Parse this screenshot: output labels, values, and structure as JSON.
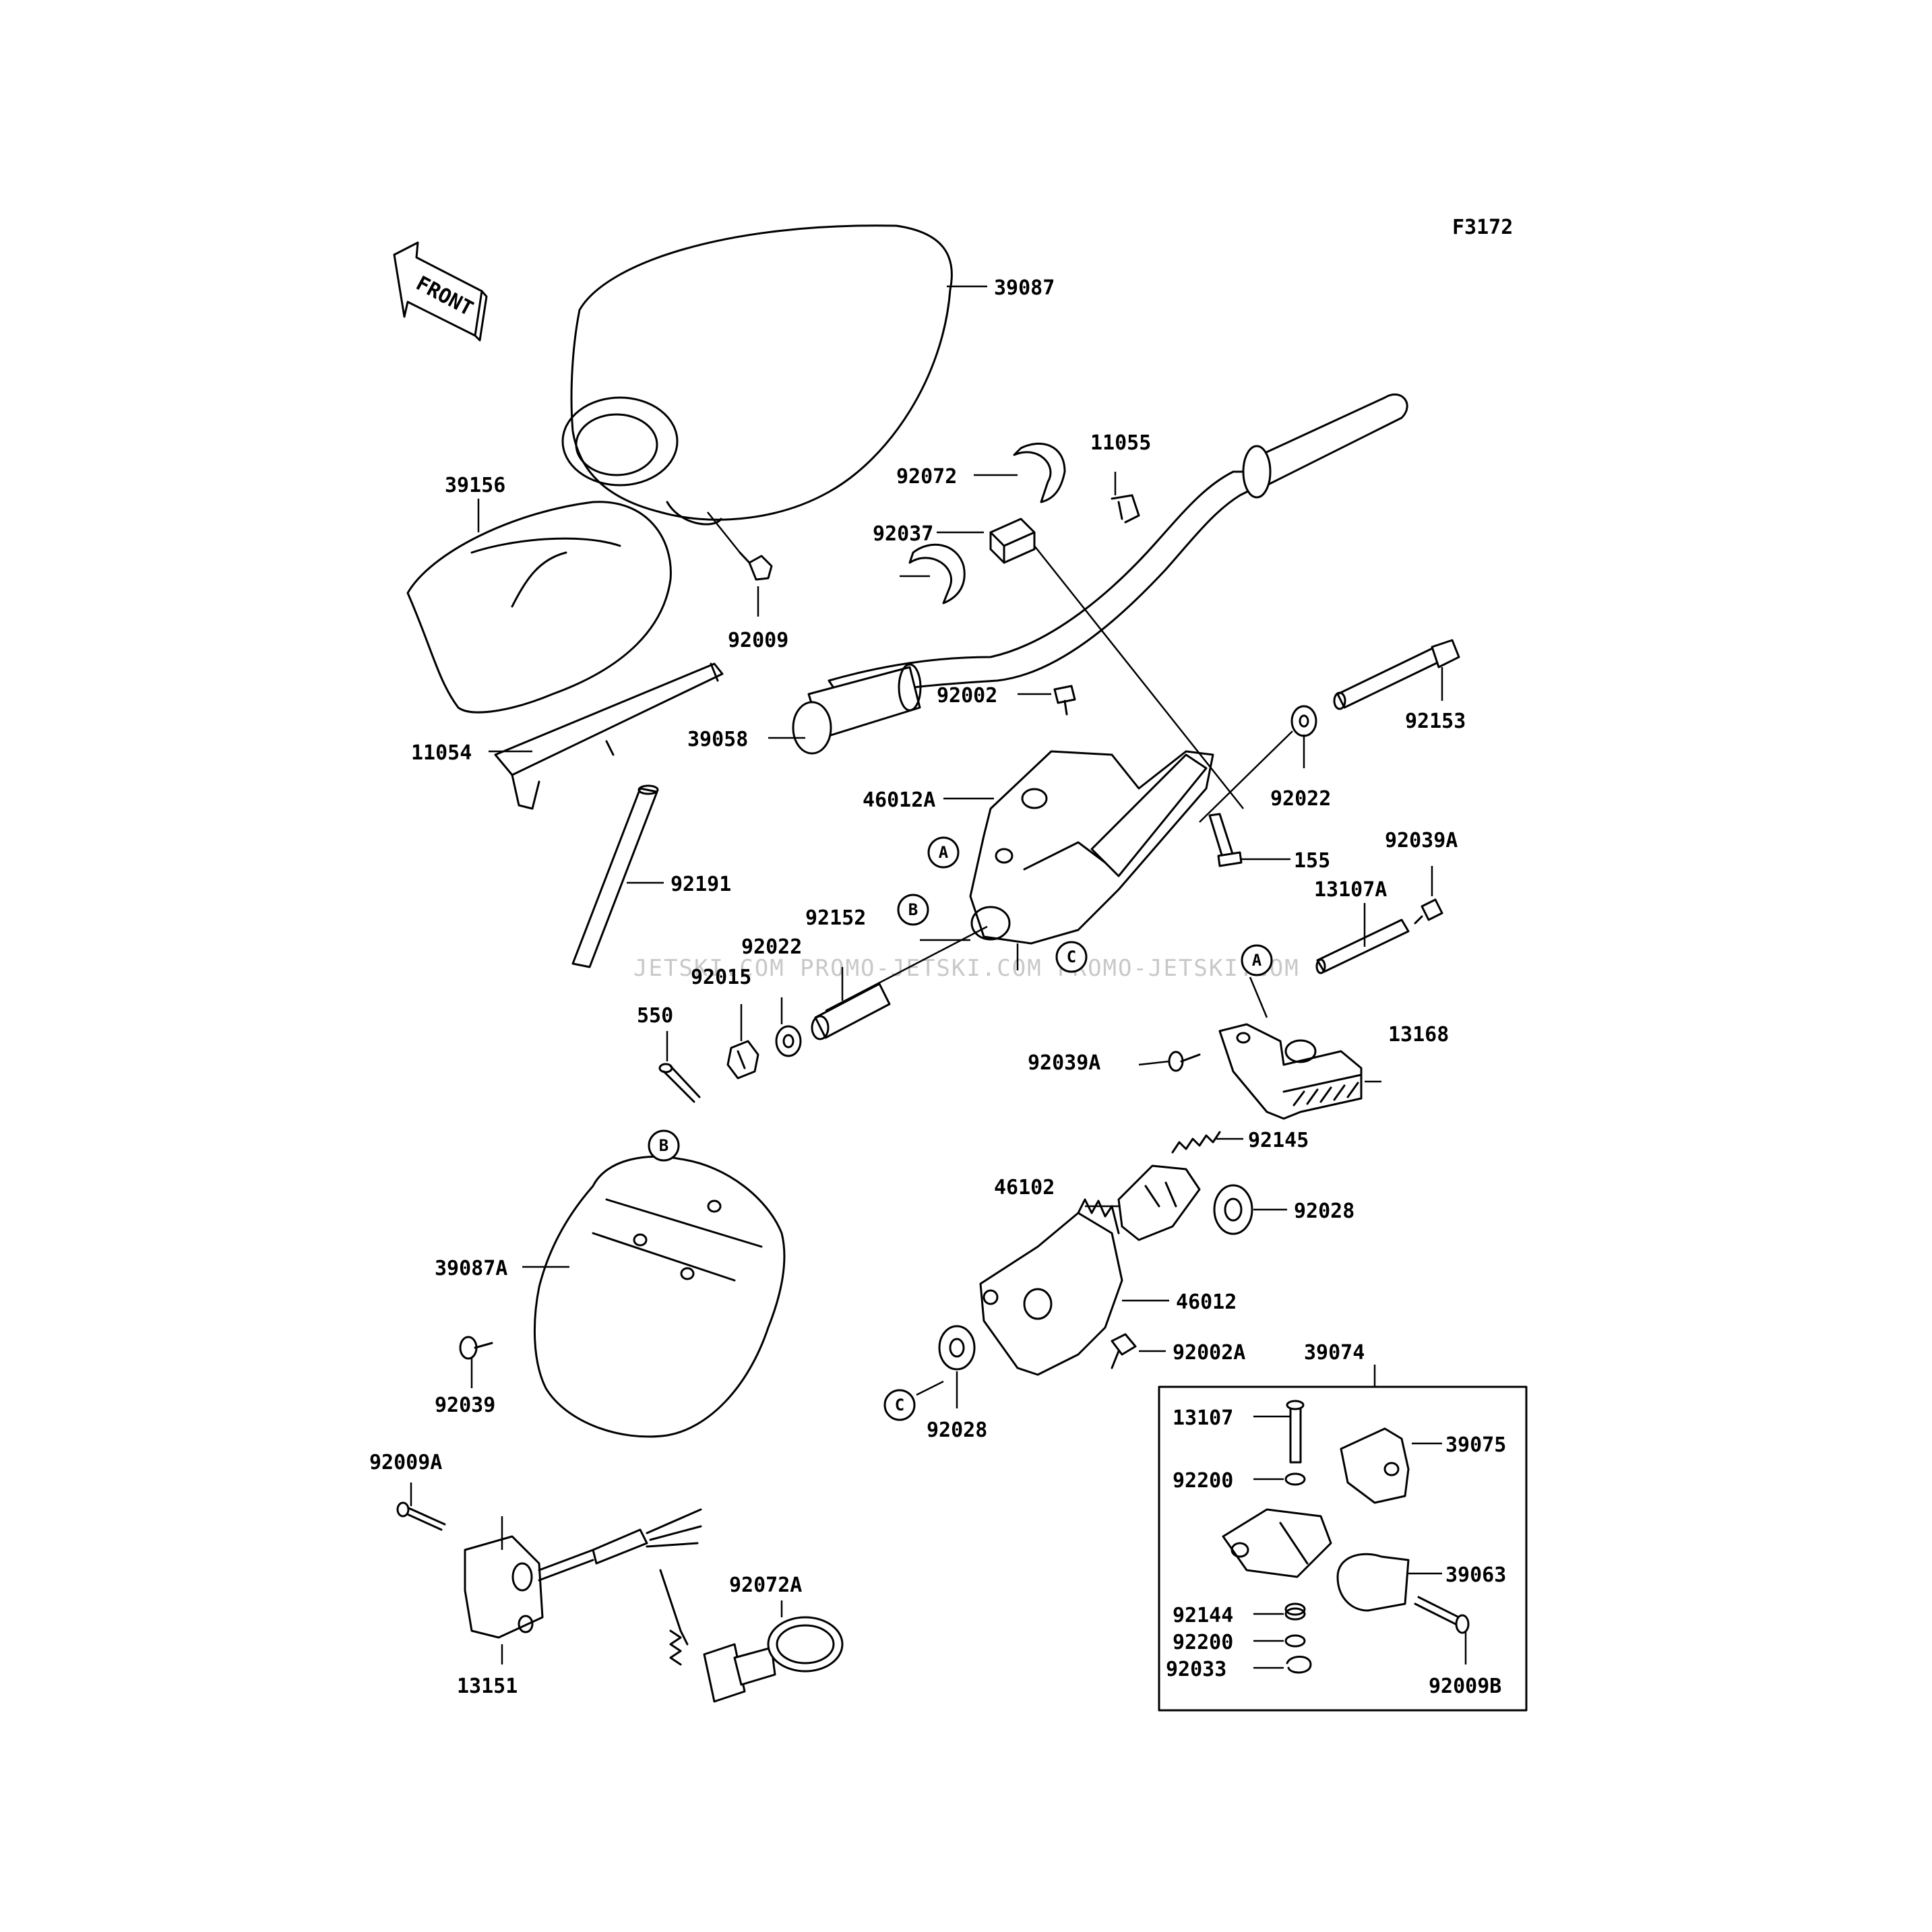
{
  "figure_code": "F3172",
  "front_label": "FRONT",
  "watermark": "JETSKI.COM  PROMO-JETSKI.COM  PROMO-JETSKI.COM",
  "ref_markers": [
    "A",
    "B",
    "C"
  ],
  "parts": [
    "39087",
    "39156",
    "92009",
    "11054",
    "92191",
    "92072",
    "92037",
    "11055",
    "39058",
    "92002",
    "46012A",
    "155",
    "92022",
    "92153",
    "92039A",
    "13107A",
    "92152",
    "92015",
    "550",
    "13168",
    "92145",
    "46102",
    "92028",
    "46012",
    "92002A",
    "39087A",
    "92039",
    "92009A",
    "13151",
    "92072A",
    "39074",
    "13107",
    "39075",
    "92200",
    "39063",
    "92144",
    "92033",
    "92009B"
  ]
}
